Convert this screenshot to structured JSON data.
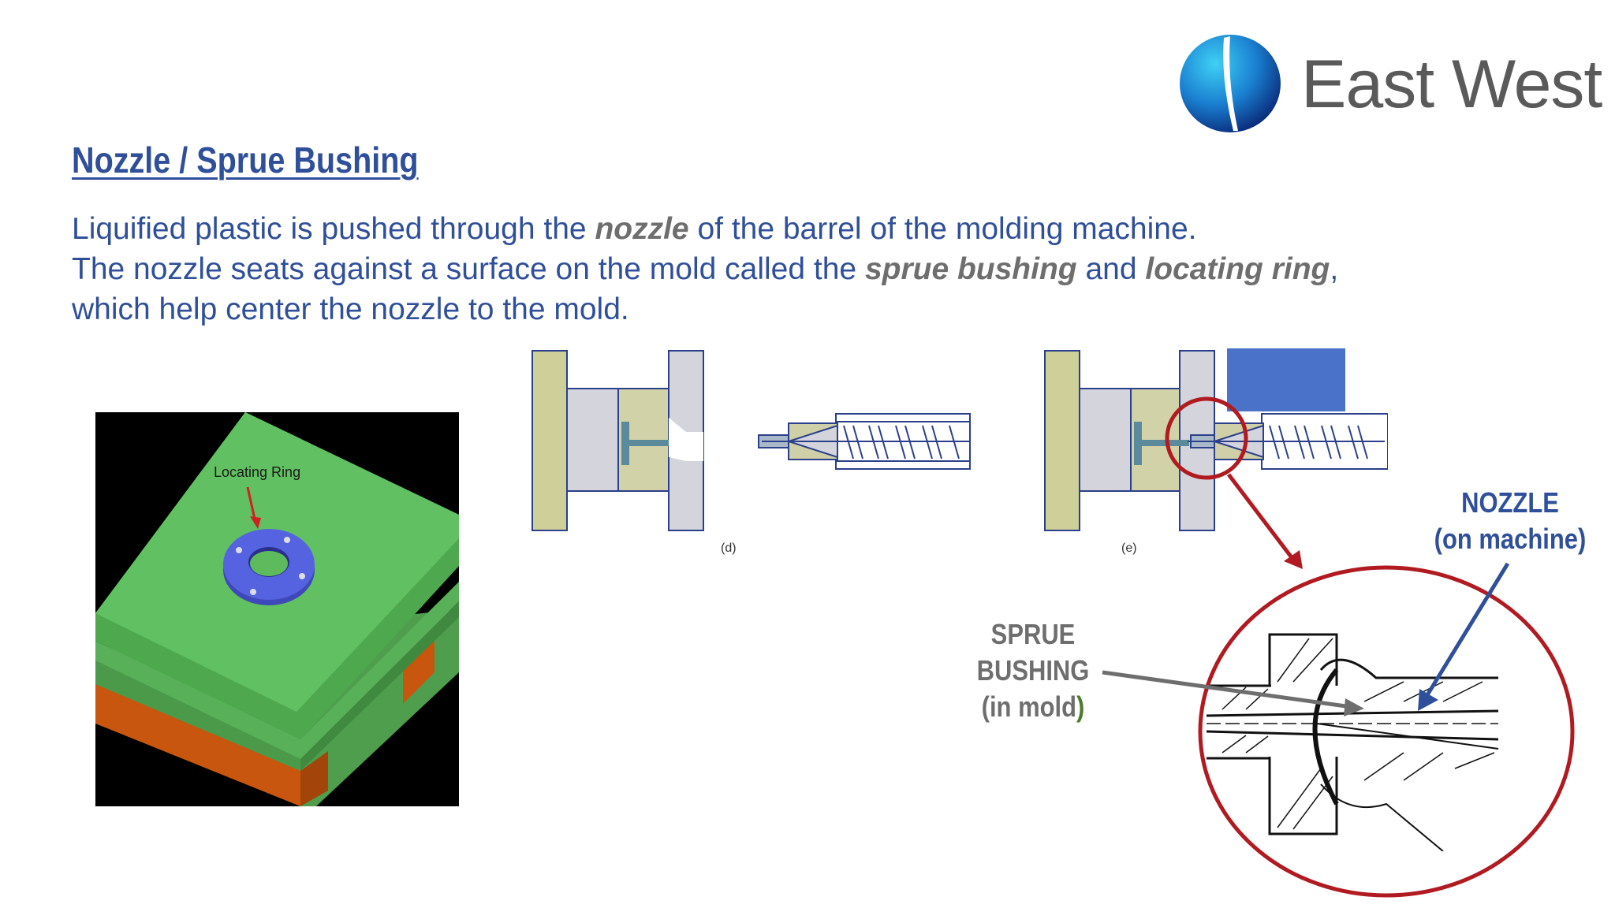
{
  "logo": {
    "text": "East West"
  },
  "title": "Nozzle / Sprue Bushing",
  "paragraph": {
    "line1": {
      "before": "Liquified plastic is pushed through the ",
      "em": "nozzle",
      "after": " of the barrel of the molding machine."
    },
    "line2": {
      "before": "The nozzle seats against a surface on the mold called the ",
      "em1": "sprue bushing",
      "mid": " and ",
      "em2": "locating ring",
      "after": ","
    },
    "line3": "which help center the nozzle to the mold."
  },
  "mold_render": {
    "label": "Locating Ring"
  },
  "diagram_d": {
    "caption": "(d)"
  },
  "diagram_e": {
    "caption": "(e)"
  },
  "callouts": {
    "nozzle": {
      "line1": "NOZZLE",
      "line2": "(on machine)"
    },
    "sprue": {
      "line1": "SPRUE",
      "line2": "BUSHING",
      "line3_main": "(in mold",
      "line3_end": ")"
    }
  },
  "colors": {
    "title_blue": "#2f4f9a",
    "emphasis_gray": "#6e6e6e",
    "mold_green": "#5dbb5d",
    "mold_orange": "#c8560e",
    "ring_blue": "#5563e0",
    "plate_tan": "#cfcf9a",
    "callout_red": "#b01a20",
    "nozzle_block_blue": "#4a72c8"
  }
}
